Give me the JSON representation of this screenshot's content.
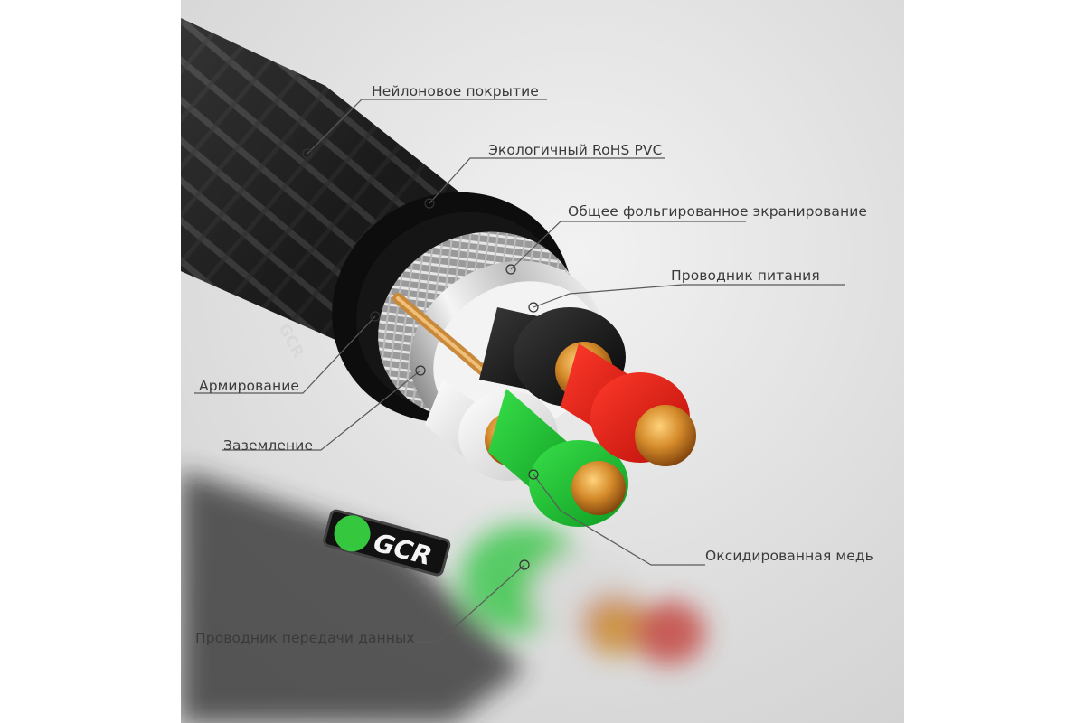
{
  "diagram": {
    "brand_logo_text": "GCR",
    "labels": {
      "nylon": "Нейлоновое покрытие",
      "pvc": "Экологичный RoHS PVC",
      "foil": "Общее фольгированное экранирование",
      "power": "Проводник питания",
      "braid": "Армирование",
      "ground": "Заземление",
      "copper": "Оксидированная медь",
      "data": "Проводник передачи данных"
    }
  }
}
